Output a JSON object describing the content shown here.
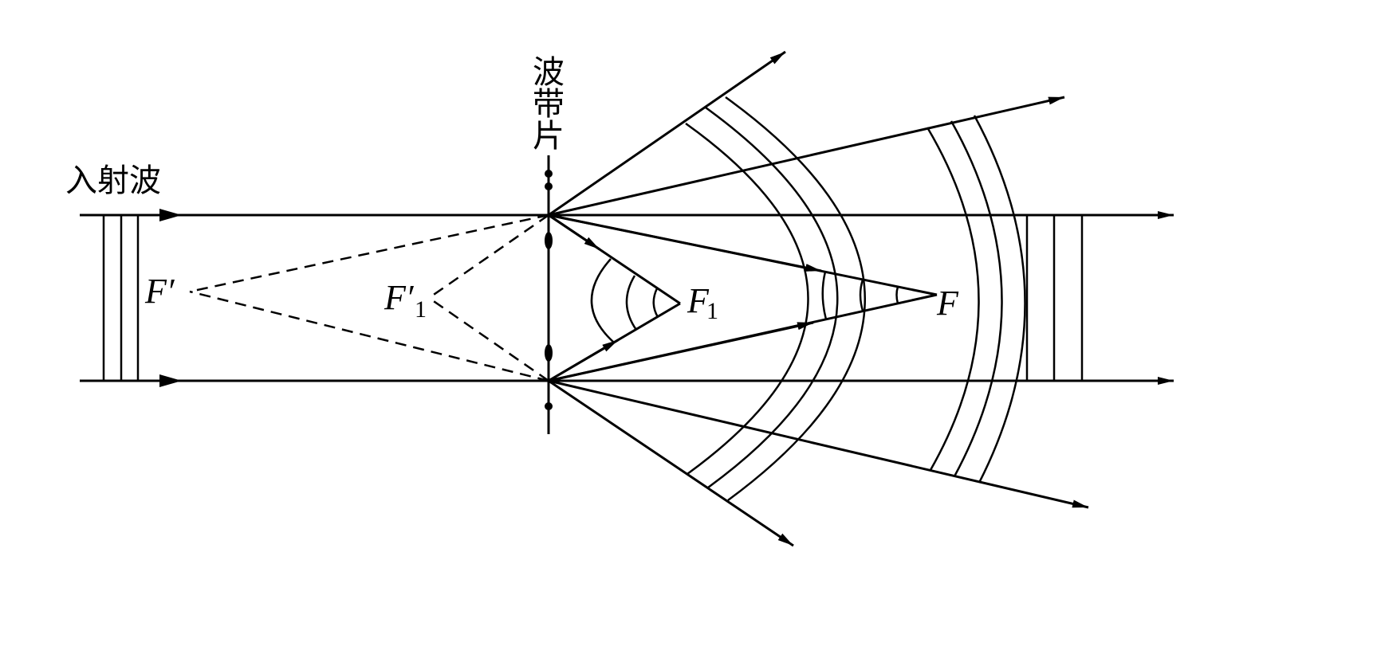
{
  "labels": {
    "incident_wave": "入射波",
    "zone_plate": [
      "波",
      "带",
      "片"
    ],
    "f_prime": "F′",
    "f_prime_1": "F′",
    "f_prime_1_sub": "1",
    "f1": "F",
    "f1_sub": "1",
    "f": "F"
  },
  "colors": {
    "stroke": "#000000",
    "background": "#ffffff"
  }
}
